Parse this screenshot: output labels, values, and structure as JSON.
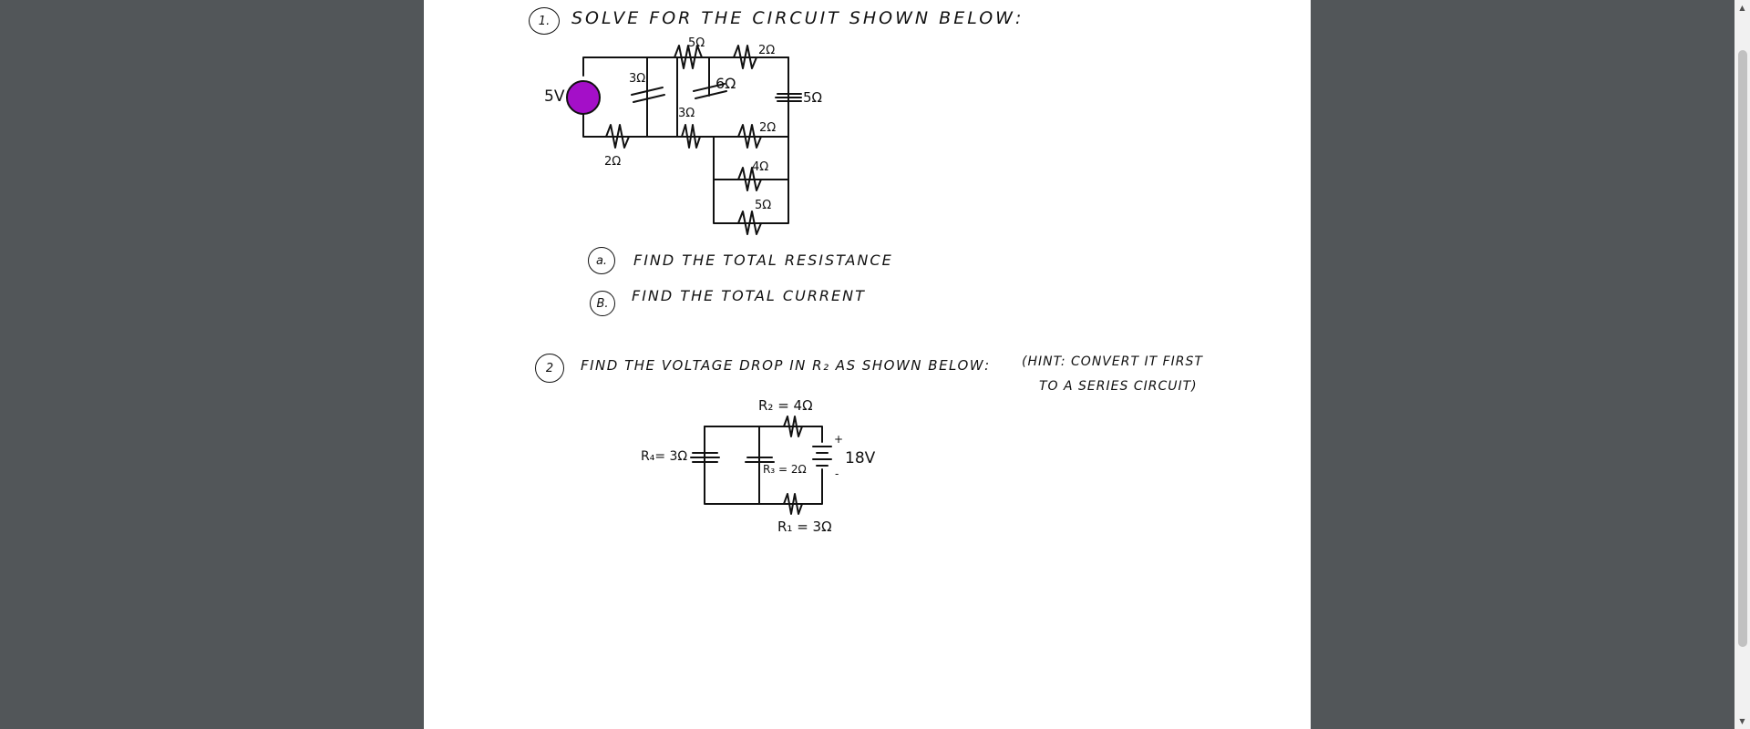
{
  "document": {
    "problem1": {
      "number": "1.",
      "text": "SOLVE FOR THE CIRCUIT SHOWN BELOW:",
      "circuit_labels": {
        "source": "5V",
        "r_5_top": "5Ω",
        "r_2_top": "2Ω",
        "r_3_left": "3Ω",
        "r_6": "6Ω",
        "r_5_right": "5Ω",
        "r_3_mid": "3Ω",
        "r_2_mid": "2Ω",
        "r_4": "4Ω",
        "r_5_low": "5Ω",
        "r_2_bottom": "2Ω"
      },
      "source_color": "#a40fc8",
      "sub_a_mark": "a.",
      "sub_a_text": "FIND THE TOTAL RESISTANCE",
      "sub_b_mark": "B.",
      "sub_b_text": "FIND THE TOTAL CURRENT"
    },
    "problem2": {
      "number": "2",
      "text": "FIND THE VOLTAGE DROP IN  R₂ AS SHOWN BELOW:",
      "hint_line1": "(HINT: CONVERT IT FIRST",
      "hint_line2": "TO A SERIES CIRCUIT)",
      "circuit_labels": {
        "r2": "R₂ = 4Ω",
        "r4": "R₄= 3Ω",
        "r3": "R₃ = 2Ω",
        "r1": "R₁ = 3Ω",
        "battery": "18V",
        "plus": "+",
        "minus": "-"
      }
    }
  },
  "scrollbar": {
    "up_icon": "triangle-up",
    "down_icon": "triangle-down"
  }
}
